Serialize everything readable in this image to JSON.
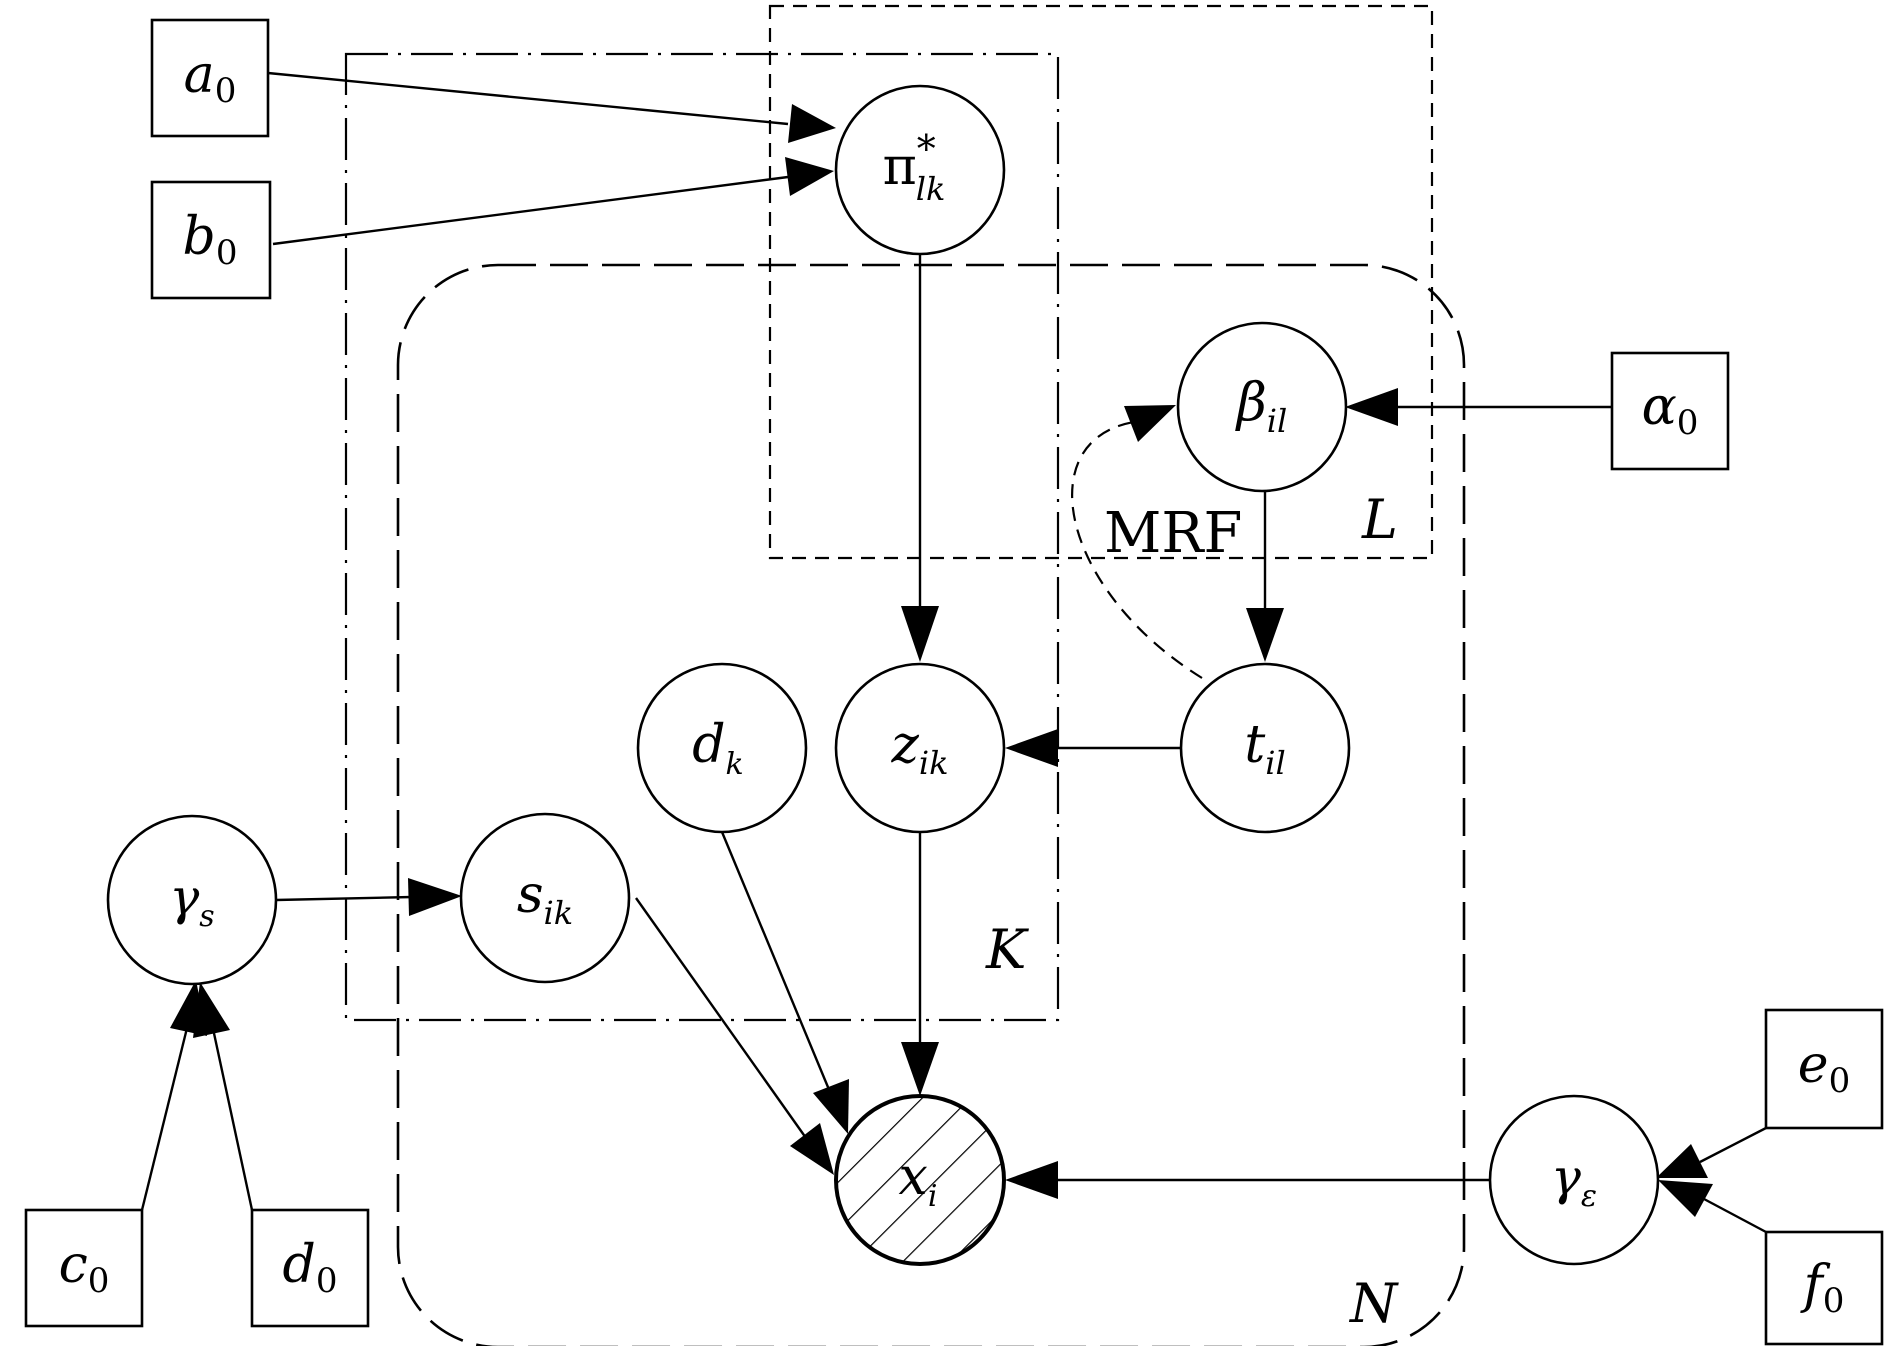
{
  "nodes": {
    "a0": {
      "base": "a",
      "sub": "0"
    },
    "b0": {
      "base": "b",
      "sub": "0"
    },
    "pi": {
      "base": "π",
      "sub": "lk",
      "sup": "*"
    },
    "beta": {
      "base": "β",
      "sub": "il"
    },
    "alpha0": {
      "base": "α",
      "sub": "0"
    },
    "t": {
      "base": "t",
      "sub": "il"
    },
    "z": {
      "base": "z",
      "sub": "ik"
    },
    "dk": {
      "base": "d",
      "sub": "k"
    },
    "s": {
      "base": "s",
      "sub": "ik"
    },
    "gamma_s": {
      "base": "γ",
      "sub": "s"
    },
    "x": {
      "base": "x",
      "sub": "i"
    },
    "gamma_eps": {
      "base": "γ",
      "sub": "ε"
    },
    "e0": {
      "base": "e",
      "sub": "0"
    },
    "f0": {
      "base": "f",
      "sub": "0"
    },
    "c0": {
      "base": "c",
      "sub": "0"
    },
    "d0": {
      "base": "d",
      "sub": "0"
    }
  },
  "plates": {
    "L": "L",
    "K": "K",
    "N": "N"
  },
  "edge_labels": {
    "mrf": "MRF"
  },
  "colors": {
    "stroke": "#000000",
    "background": "#ffffff"
  }
}
